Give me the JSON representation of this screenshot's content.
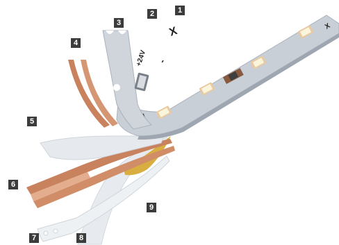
{
  "diagram": {
    "colors": {
      "strip": "#c9cfd6",
      "strip_edge": "#aab2bb",
      "copper": "#c8825e",
      "copper_light": "#e3ad8e",
      "adhesive": "#d7ae3f",
      "callout_bg": "#3c3c3c",
      "led": "#fbf5dc",
      "led_frame": "#e9c9a0"
    },
    "callouts": [
      {
        "id": "1",
        "label": "1"
      },
      {
        "id": "2",
        "label": "2"
      },
      {
        "id": "3",
        "label": "3"
      },
      {
        "id": "4",
        "label": "4"
      },
      {
        "id": "5",
        "label": "5"
      },
      {
        "id": "6",
        "label": "6"
      },
      {
        "id": "7",
        "label": "7"
      },
      {
        "id": "8",
        "label": "8"
      },
      {
        "id": "9",
        "label": "9"
      }
    ],
    "pcb_markings": {
      "polarity_plus_voltage": "+24V",
      "polarity_minus": "-",
      "cut_mark": "X"
    }
  }
}
